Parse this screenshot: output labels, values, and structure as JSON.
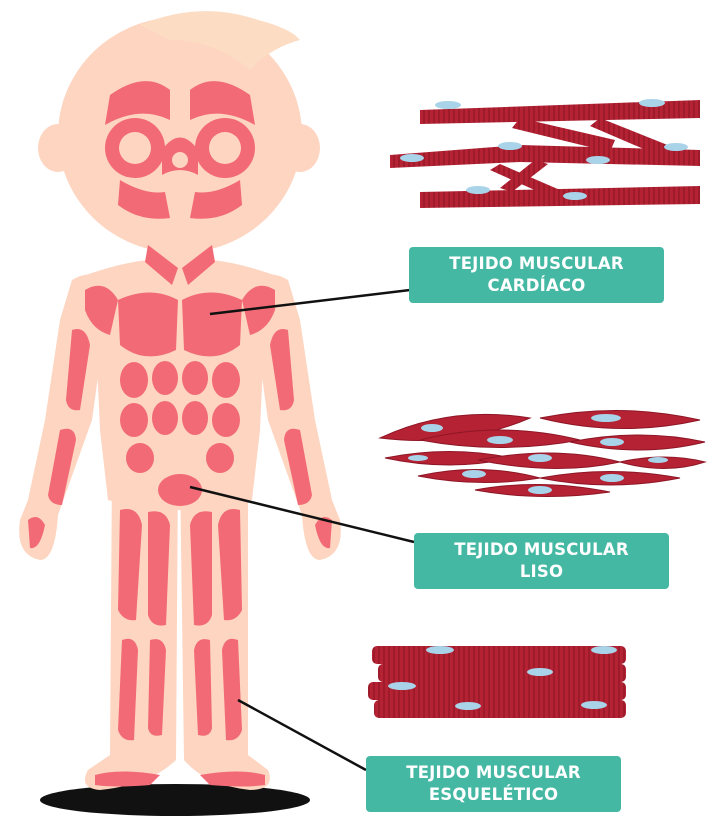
{
  "labels": {
    "cardiac": {
      "line1": "TEJIDO MUSCULAR",
      "line2": "CARDÍACO"
    },
    "smooth": {
      "line1": "TEJIDO MUSCULAR",
      "line2": "LISO"
    },
    "skeletal": {
      "line1": "TEJIDO MUSCULAR",
      "line2": "ESQUELÉTICO"
    }
  },
  "colors": {
    "skin": "#fdd5c0",
    "hair": "#fcdcc3",
    "muscle": "#f26a75",
    "tissue": "#b52234",
    "tissue_dark": "#8e1626",
    "nucleus": "#a9d3e8",
    "label_bg": "#45b8a4",
    "label_text": "#ffffff",
    "shadow": "#111111"
  }
}
